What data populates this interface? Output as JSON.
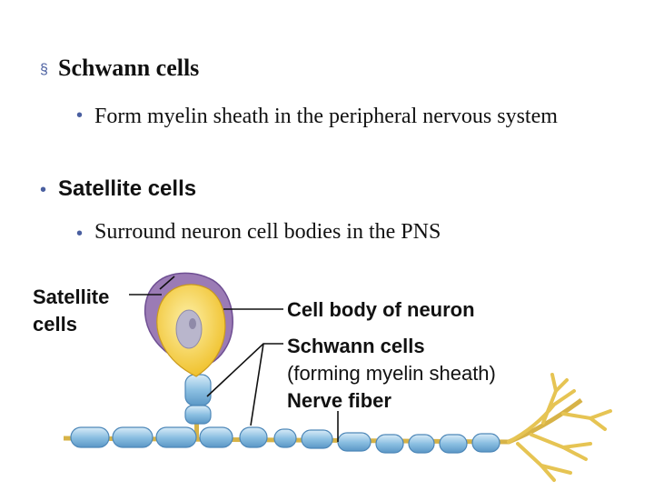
{
  "bullets": {
    "schwann_marker": "§",
    "schwann_title": "Schwann cells",
    "schwann_dot": "•",
    "schwann_desc": "Form myelin sheath in the peripheral nervous system",
    "satellite_dot": "•",
    "satellite_title": "Satellite cells",
    "satellite_sub_dot": "•",
    "satellite_desc": "Surround neuron cell bodies in the PNS"
  },
  "diagram": {
    "label_satellite": "Satellite cells",
    "label_cell_body": "Cell body of neuron",
    "label_schwann": "Schwann cells",
    "label_forming": "(forming myelin sheath)",
    "label_nerve": "Nerve fiber"
  },
  "colors": {
    "bullet": "#4a5fa0",
    "satellite_sheath": "#9b7bb5",
    "cell_body": "#f3cc3a",
    "nucleus": "#b9b6cc",
    "myelin": "#7fb6dc",
    "axon": "#d7b347"
  }
}
